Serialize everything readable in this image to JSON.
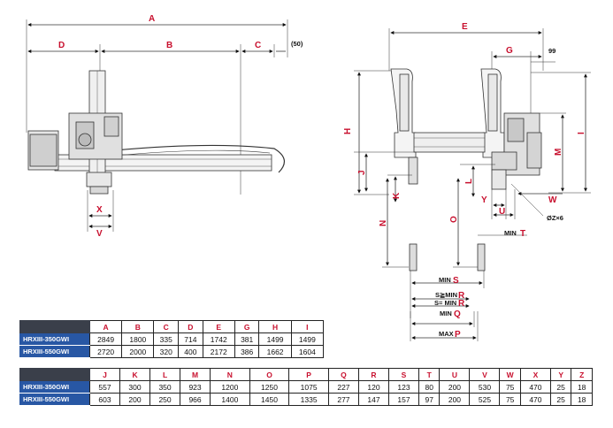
{
  "labels": {
    "A": "A",
    "B": "B",
    "C": "C",
    "D": "D",
    "D50": "(50)",
    "X": "X",
    "V": "V",
    "E": "E",
    "G": "G",
    "W99": "99",
    "H": "H",
    "I": "I",
    "M": "M",
    "J": "J",
    "K": "K",
    "L": "L",
    "N": "N",
    "O": "O",
    "Y": "Y",
    "U": "U",
    "W": "W",
    "Z": "ØZ×6",
    "T": "MIN T",
    "S": "MIN S",
    "R1": "S≧MIN R",
    "R2": "S= MIN R",
    "Q": "MIN Q",
    "P": "MAX P",
    "prefixMIN": "MIN",
    "prefixMAX": "MAX",
    "prefixSR1": "S≧MIN",
    "prefixSR2": "S= MIN",
    "lS": "S",
    "lR": "R",
    "lQ": "Q",
    "lP": "P",
    "lT": "T"
  },
  "table1": {
    "headers": [
      "A",
      "B",
      "C",
      "D",
      "E",
      "G",
      "H",
      "I"
    ],
    "rows": [
      {
        "model": "HRXIII-350GWI",
        "values": [
          "2849",
          "1800",
          "335",
          "714",
          "1742",
          "381",
          "1499",
          "1499"
        ]
      },
      {
        "model": "HRXIII-550GWI",
        "values": [
          "2720",
          "2000",
          "320",
          "400",
          "2172",
          "386",
          "1662",
          "1604"
        ]
      }
    ]
  },
  "table2": {
    "headers": [
      "J",
      "K",
      "L",
      "M",
      "N",
      "O",
      "P",
      "Q",
      "R",
      "S",
      "T",
      "U",
      "V",
      "W",
      "X",
      "Y",
      "Z"
    ],
    "rows": [
      {
        "model": "HRXIII-350GWI",
        "values": [
          "557",
          "300",
          "350",
          "923",
          "1200",
          "1250",
          "1075",
          "227",
          "120",
          "123",
          "80",
          "200",
          "530",
          "75",
          "470",
          "25",
          "18"
        ]
      },
      {
        "model": "HRXIII-550GWI",
        "values": [
          "603",
          "200",
          "250",
          "966",
          "1400",
          "1450",
          "1335",
          "277",
          "147",
          "157",
          "97",
          "200",
          "525",
          "75",
          "470",
          "25",
          "18"
        ]
      }
    ]
  },
  "colors": {
    "dimension": "#c8102e",
    "header_dark": "#3a3f4a",
    "model_blue": "#2857a4"
  }
}
